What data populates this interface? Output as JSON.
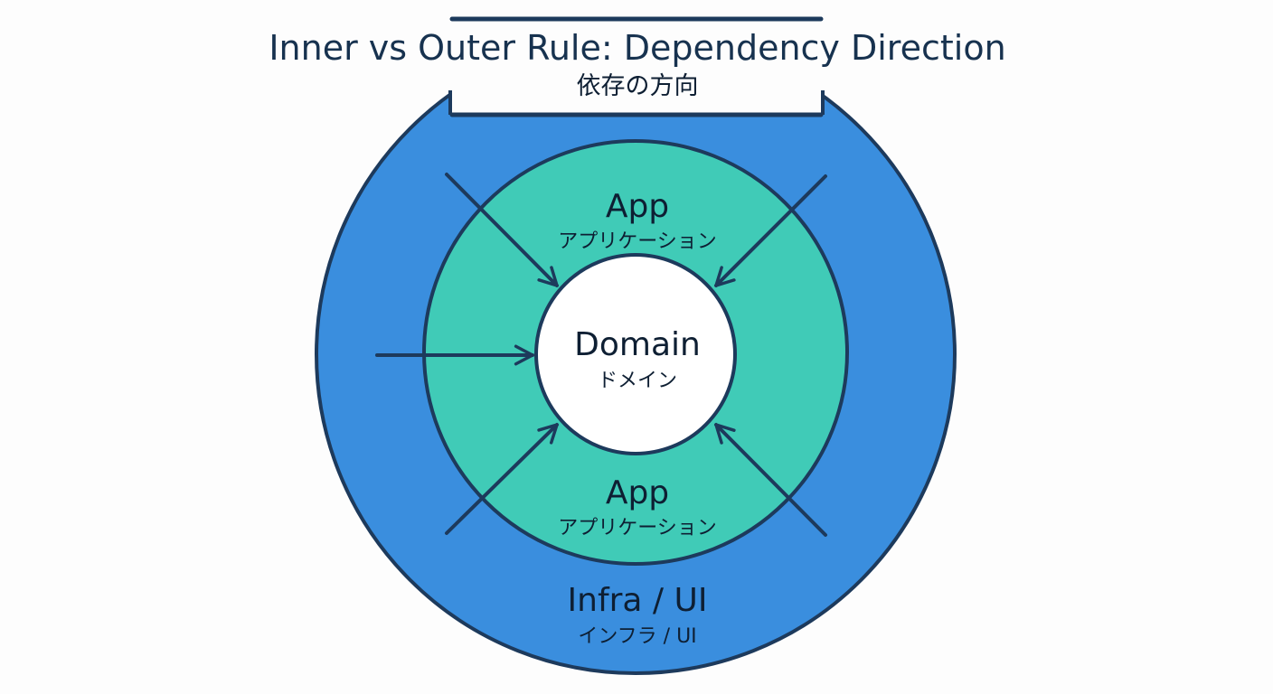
{
  "title": {
    "main": "Inner vs Outer Rule: Dependency Direction",
    "sub": "依存の方向"
  },
  "layers": {
    "outer": {
      "label": "Infra / UI",
      "label_ja": "インフラ / UI"
    },
    "middle_top": {
      "label": "App",
      "label_ja": "アプリケーション"
    },
    "middle_bottom": {
      "label": "App",
      "label_ja": "アプリケーション"
    },
    "core": {
      "label": "Domain",
      "label_ja": "ドメイン"
    }
  },
  "colors": {
    "outer_fill": "#3a8ede",
    "middle_fill": "#40cbb7",
    "core_fill": "#ffffff",
    "stroke": "#1d3a5c",
    "title": "#17324f"
  },
  "arrows": [
    {
      "direction": "inward",
      "from": "top-left"
    },
    {
      "direction": "inward",
      "from": "top-right"
    },
    {
      "direction": "inward",
      "from": "left"
    },
    {
      "direction": "inward",
      "from": "bottom-left"
    },
    {
      "direction": "inward",
      "from": "bottom-right"
    }
  ]
}
